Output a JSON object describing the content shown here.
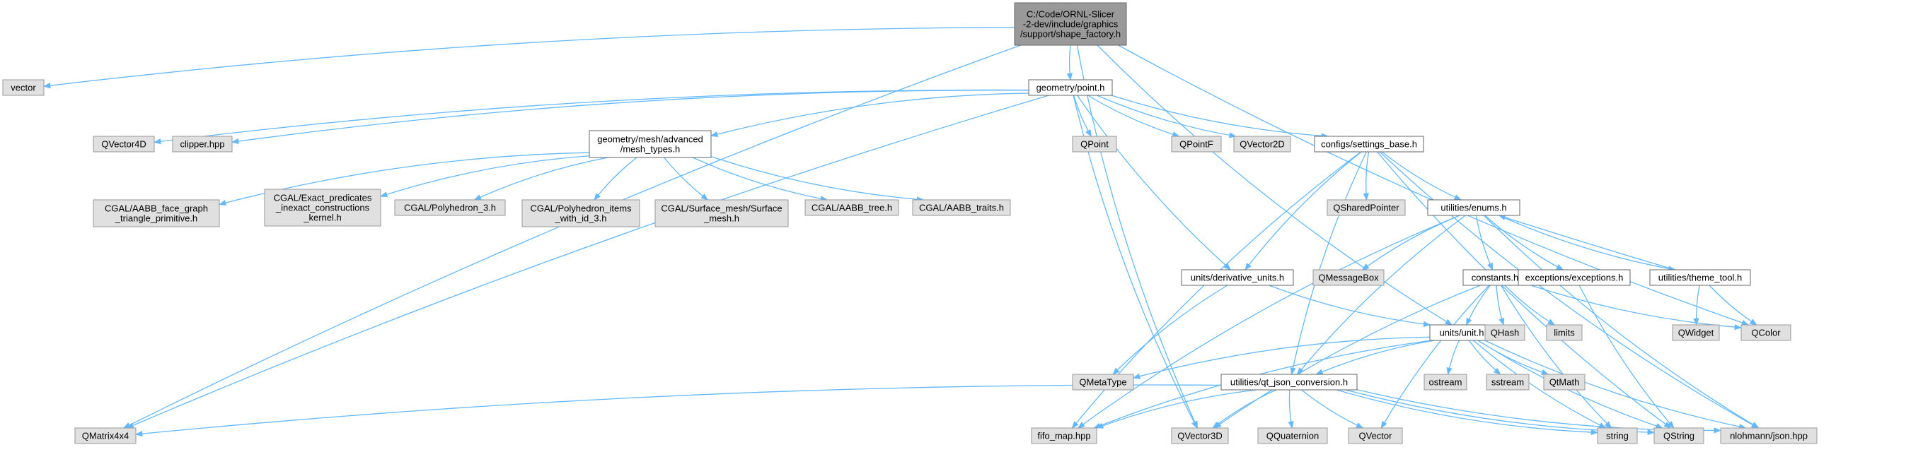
{
  "graph_colors": {
    "root_fill": "#999999",
    "root_stroke": "#666666",
    "local_fill": "#ffffff",
    "local_stroke": "#666666",
    "external_fill": "#e0e0e0",
    "external_stroke": "#999999",
    "edge": "#63b8ff"
  },
  "nodes": {
    "root": {
      "lines": [
        "C:/Code/ORNL-Slicer",
        "-2-dev/include/graphics",
        "/support/shape_factory.h"
      ],
      "kind": "root"
    },
    "vector": {
      "lines": [
        "vector"
      ],
      "kind": "external"
    },
    "point": {
      "lines": [
        "geometry/point.h"
      ],
      "kind": "local"
    },
    "qmatrix4x4": {
      "lines": [
        "QMatrix4x4"
      ],
      "kind": "external"
    },
    "qvector3d": {
      "lines": [
        "QVector3D"
      ],
      "kind": "external"
    },
    "units_unit": {
      "lines": [
        "units/unit.h"
      ],
      "kind": "local"
    },
    "qcolor": {
      "lines": [
        "QColor"
      ],
      "kind": "external"
    },
    "qvector4d": {
      "lines": [
        "QVector4D"
      ],
      "kind": "external"
    },
    "clipper": {
      "lines": [
        "clipper.hpp"
      ],
      "kind": "external"
    },
    "mesh_types": {
      "lines": [
        "geometry/mesh/advanced",
        "/mesh_types.h"
      ],
      "kind": "local"
    },
    "qpoint": {
      "lines": [
        "QPoint"
      ],
      "kind": "external"
    },
    "qpointf": {
      "lines": [
        "QPointF"
      ],
      "kind": "external"
    },
    "qvector2d": {
      "lines": [
        "QVector2D"
      ],
      "kind": "external"
    },
    "settings_base": {
      "lines": [
        "configs/settings_base.h"
      ],
      "kind": "local"
    },
    "derivative_units": {
      "lines": [
        "units/derivative_units.h"
      ],
      "kind": "local"
    },
    "aabb_face": {
      "lines": [
        "CGAL/AABB_face_graph",
        "_triangle_primitive.h"
      ],
      "kind": "external"
    },
    "exact_predicates": {
      "lines": [
        "CGAL/Exact_predicates",
        "_inexact_constructions",
        "_kernel.h"
      ],
      "kind": "external"
    },
    "polyhedron3": {
      "lines": [
        "CGAL/Polyhedron_3.h"
      ],
      "kind": "external"
    },
    "polyhedron_items": {
      "lines": [
        "CGAL/Polyhedron_items",
        "_with_id_3.h"
      ],
      "kind": "external"
    },
    "surface_mesh": {
      "lines": [
        "CGAL/Surface_mesh/Surface",
        "_mesh.h"
      ],
      "kind": "external"
    },
    "aabb_tree": {
      "lines": [
        "CGAL/AABB_tree.h"
      ],
      "kind": "external"
    },
    "aabb_traits": {
      "lines": [
        "CGAL/AABB_traits.h"
      ],
      "kind": "external"
    },
    "qsharedpointer": {
      "lines": [
        "QSharedPointer"
      ],
      "kind": "external"
    },
    "enums": {
      "lines": [
        "utilities/enums.h"
      ],
      "kind": "local"
    },
    "qmessagebox": {
      "lines": [
        "QMessageBox"
      ],
      "kind": "external"
    },
    "constants": {
      "lines": [
        "constants.h"
      ],
      "kind": "local"
    },
    "exceptions": {
      "lines": [
        "exceptions/exceptions.h"
      ],
      "kind": "local"
    },
    "theme_tool": {
      "lines": [
        "utilities/theme_tool.h"
      ],
      "kind": "local"
    },
    "qhash": {
      "lines": [
        "QHash"
      ],
      "kind": "external"
    },
    "limits": {
      "lines": [
        "limits"
      ],
      "kind": "external"
    },
    "qwidget": {
      "lines": [
        "QWidget"
      ],
      "kind": "external"
    },
    "qmetatype": {
      "lines": [
        "QMetaType"
      ],
      "kind": "external"
    },
    "qt_json": {
      "lines": [
        "utilities/qt_json_conversion.h"
      ],
      "kind": "local"
    },
    "ostream": {
      "lines": [
        "ostream"
      ],
      "kind": "external"
    },
    "sstream": {
      "lines": [
        "sstream"
      ],
      "kind": "external"
    },
    "qtmath": {
      "lines": [
        "QtMath"
      ],
      "kind": "external"
    },
    "fifo_map": {
      "lines": [
        "fifo_map.hpp"
      ],
      "kind": "external"
    },
    "qquaternion": {
      "lines": [
        "QQuaternion"
      ],
      "kind": "external"
    },
    "qvector": {
      "lines": [
        "QVector"
      ],
      "kind": "external"
    },
    "string": {
      "lines": [
        "string"
      ],
      "kind": "external"
    },
    "qstring": {
      "lines": [
        "QString"
      ],
      "kind": "external"
    },
    "json": {
      "lines": [
        "nlohmann/json.hpp"
      ],
      "kind": "external"
    }
  },
  "edges": [
    [
      "root",
      "vector"
    ],
    [
      "root",
      "point"
    ],
    [
      "root",
      "qmatrix4x4"
    ],
    [
      "root",
      "qvector3d"
    ],
    [
      "root",
      "units_unit"
    ],
    [
      "root",
      "qcolor"
    ],
    [
      "point",
      "qvector4d"
    ],
    [
      "point",
      "clipper"
    ],
    [
      "point",
      "mesh_types"
    ],
    [
      "point",
      "qpoint"
    ],
    [
      "point",
      "qpointf"
    ],
    [
      "point",
      "qvector2d"
    ],
    [
      "point",
      "settings_base"
    ],
    [
      "point",
      "derivative_units"
    ],
    [
      "point",
      "qmatrix4x4"
    ],
    [
      "point",
      "qvector3d"
    ],
    [
      "mesh_types",
      "aabb_face"
    ],
    [
      "mesh_types",
      "exact_predicates"
    ],
    [
      "mesh_types",
      "polyhedron3"
    ],
    [
      "mesh_types",
      "polyhedron_items"
    ],
    [
      "mesh_types",
      "surface_mesh"
    ],
    [
      "mesh_types",
      "aabb_tree"
    ],
    [
      "mesh_types",
      "aabb_traits"
    ],
    [
      "settings_base",
      "qsharedpointer"
    ],
    [
      "settings_base",
      "enums"
    ],
    [
      "settings_base",
      "derivative_units"
    ],
    [
      "settings_base",
      "qt_json"
    ],
    [
      "settings_base",
      "fifo_map"
    ],
    [
      "settings_base",
      "qstring"
    ],
    [
      "settings_base",
      "json"
    ],
    [
      "enums",
      "qmessagebox"
    ],
    [
      "enums",
      "constants"
    ],
    [
      "enums",
      "exceptions"
    ],
    [
      "enums",
      "theme_tool"
    ],
    [
      "enums",
      "qt_json"
    ],
    [
      "enums",
      "fifo_map"
    ],
    [
      "enums",
      "json"
    ],
    [
      "theme_tool",
      "enums"
    ],
    [
      "theme_tool",
      "qwidget"
    ],
    [
      "theme_tool",
      "qcolor"
    ],
    [
      "exceptions",
      "qstring"
    ],
    [
      "constants",
      "units_unit"
    ],
    [
      "constants",
      "qhash"
    ],
    [
      "constants",
      "limits"
    ],
    [
      "constants",
      "qcolor"
    ],
    [
      "constants",
      "qvector3d"
    ],
    [
      "constants",
      "qvector"
    ],
    [
      "constants",
      "string"
    ],
    [
      "derivative_units",
      "units_unit"
    ],
    [
      "derivative_units",
      "qmetatype"
    ],
    [
      "units_unit",
      "qmetatype"
    ],
    [
      "units_unit",
      "qt_json"
    ],
    [
      "units_unit",
      "ostream"
    ],
    [
      "units_unit",
      "sstream"
    ],
    [
      "units_unit",
      "qtmath"
    ],
    [
      "units_unit",
      "string"
    ],
    [
      "units_unit",
      "qstring"
    ],
    [
      "units_unit",
      "json"
    ],
    [
      "units_unit",
      "fifo_map"
    ],
    [
      "qt_json",
      "qmatrix4x4"
    ],
    [
      "qt_json",
      "fifo_map"
    ],
    [
      "qt_json",
      "qvector3d"
    ],
    [
      "qt_json",
      "qquaternion"
    ],
    [
      "qt_json",
      "qvector"
    ],
    [
      "qt_json",
      "string"
    ],
    [
      "qt_json",
      "qstring"
    ],
    [
      "qt_json",
      "json"
    ]
  ]
}
